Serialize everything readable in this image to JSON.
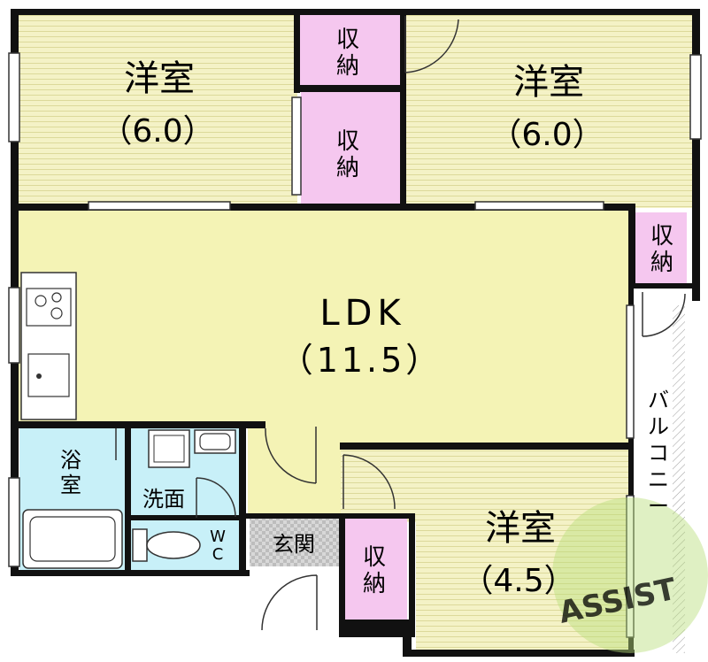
{
  "rooms": {
    "western_top_left": {
      "name": "洋室",
      "size": "（6.0）"
    },
    "western_top_right": {
      "name": "洋室",
      "size": "（6.0）"
    },
    "ldk": {
      "name": "LDK",
      "size": "（11.5）"
    },
    "western_bottom": {
      "name": "洋室",
      "size": "（4.5）"
    },
    "storage_top": {
      "line1": "収",
      "line2": "納"
    },
    "storage_mid": {
      "line1": "収",
      "line2": "納"
    },
    "storage_right": {
      "line1": "収",
      "line2": "納"
    },
    "storage_bottom": {
      "line1": "収",
      "line2": "納"
    },
    "bath": {
      "line1": "浴",
      "line2": "室"
    },
    "washroom": {
      "name": "洗面"
    },
    "wc": {
      "line1": "W",
      "line2": "C"
    },
    "entrance": {
      "name": "玄関"
    },
    "balcony": {
      "chars": [
        "バ",
        "ル",
        "コ",
        "ニ",
        "ー"
      ]
    }
  },
  "watermark": {
    "text": "ASSIST"
  },
  "colors": {
    "western_floor": "#f4f2c6",
    "ldk_floor": "#f4f3b5",
    "storage": "#f5c7ef",
    "bath_wash": "#c8f0f8",
    "entrance": "#d6d6d6",
    "wall": "#111111",
    "watermark": "#9ccf3a"
  }
}
